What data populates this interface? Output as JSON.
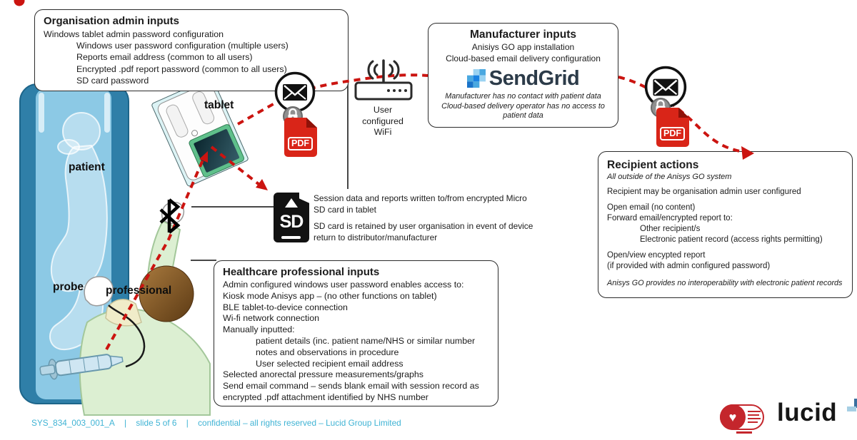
{
  "org_box": {
    "title": "Organisation admin inputs",
    "lines": [
      "Windows tablet admin password configuration",
      "Windows user password configuration (multiple users)",
      "Reports email address (common to all users)",
      "Encrypted .pdf report password (common to all users)",
      "SD card password"
    ]
  },
  "manufacturer_box": {
    "title": "Manufacturer inputs",
    "lines": [
      "Anisiys GO app installation",
      "Cloud-based email delivery configuration"
    ],
    "logo_text": "SendGrid",
    "notes": [
      "Manufacturer has no contact with patient data",
      "Cloud-based delivery operator has no access to",
      "patient data"
    ]
  },
  "recipient_box": {
    "title": "Recipient actions",
    "subtitle": "All outside of the Anisys GO system",
    "lines": [
      "Recipient may be organisation admin user configured",
      "Open email (no content)",
      "Forward email/encrypted report to:",
      "Other recipient/s",
      "Electronic patient record (access rights permitting)",
      "Open/view encypted report",
      "(if provided with admin configured password)"
    ],
    "footnote": "Anisys GO provides no interoperability with electronic patient records"
  },
  "healthcare_box": {
    "title": "Healthcare professional inputs",
    "lines": [
      "Admin configured windows user password enables access to:",
      "Kiosk mode Anisys app – (no other functions on tablet)",
      "BLE tablet-to-device connection",
      "Wi-fi network connection",
      "Manually inputted:",
      "patient details (inc. patient name/NHS or similar number",
      "notes and observations in procedure",
      "User selected recipient email address",
      "Selected anorectal pressure measurements/graphs",
      "Send email command – sends blank email with session record as",
      "encrypted .pdf attachment identified by NHS number"
    ]
  },
  "sd_notes": {
    "line1": "Session data and reports written to/from encrypted Micro SD card in tablet",
    "line2": "SD card is retained by user organisation in event of device return to distributor/manufacturer"
  },
  "labels": {
    "tablet": "tablet",
    "patient": "patient",
    "probe": "probe",
    "professional": "professional",
    "wifi": "User configured WiFi",
    "pdf": "PDF",
    "sd": "SD"
  },
  "footer": {
    "doc_id": "SYS_834_003_001_A",
    "separator": "|",
    "slide_no": "slide 5 of 6",
    "rights": "confidential – all rights reserved – Lucid Group Limited"
  },
  "logos": {
    "lucid": "lucid"
  },
  "icons": {
    "heart": "♥"
  },
  "colors": {
    "accent_red": "#cb1410",
    "pdf_red": "#d92518",
    "footer_blue": "#3fb3d4",
    "sendgrid_blue": "#1a82e2",
    "sendgrid_navy": "#2c3b49",
    "bed_blue": "#2f7fa8",
    "bed_light": "#8cc9e5",
    "scrub_green": "#dcefd2"
  }
}
